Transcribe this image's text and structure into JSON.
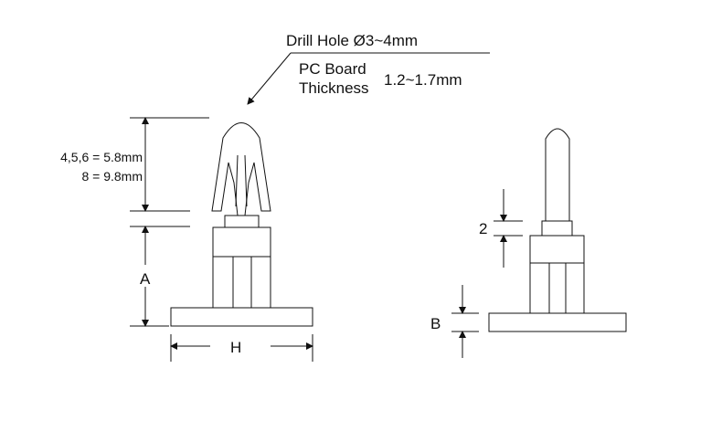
{
  "callout": {
    "drill_hole": "Drill Hole Ø3~4mm",
    "pc_board_line1": "PC Board",
    "pc_board_line2": "Thickness",
    "thickness_value": "1.2~1.7mm"
  },
  "left_part": {
    "height_line1": "4,5,6 = 5.8mm",
    "height_line2": "8 = 9.8mm",
    "dim_a": "A",
    "dim_h": "H"
  },
  "right_part": {
    "dim_2": "2",
    "dim_b": "B"
  }
}
